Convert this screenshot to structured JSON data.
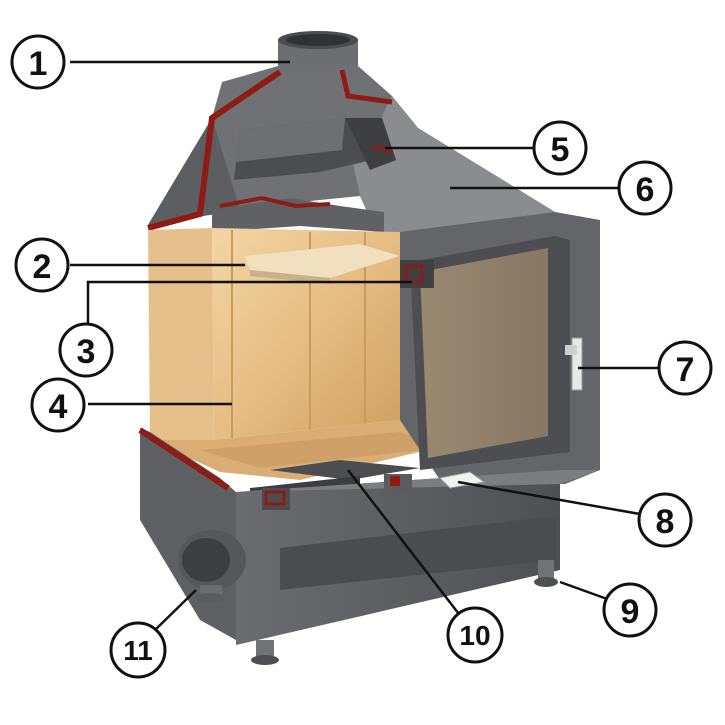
{
  "diagram": {
    "callouts": [
      {
        "id": "c1",
        "label": "1"
      },
      {
        "id": "c2",
        "label": "2"
      },
      {
        "id": "c3",
        "label": "3"
      },
      {
        "id": "c4",
        "label": "4"
      },
      {
        "id": "c5",
        "label": "5"
      },
      {
        "id": "c6",
        "label": "6"
      },
      {
        "id": "c7",
        "label": "7"
      },
      {
        "id": "c8",
        "label": "8"
      },
      {
        "id": "c9",
        "label": "9"
      },
      {
        "id": "c10",
        "label": "10"
      },
      {
        "id": "c11",
        "label": "11"
      }
    ],
    "colors": {
      "steel_dark": "#5b5d60",
      "steel_mid": "#7a7c7f",
      "steel_light": "#9a9c9f",
      "liner": "#e9c48c",
      "liner_shadow": "#c99c5e",
      "cut_edge": "#8e1b14",
      "glass": "#bfa67e"
    }
  }
}
